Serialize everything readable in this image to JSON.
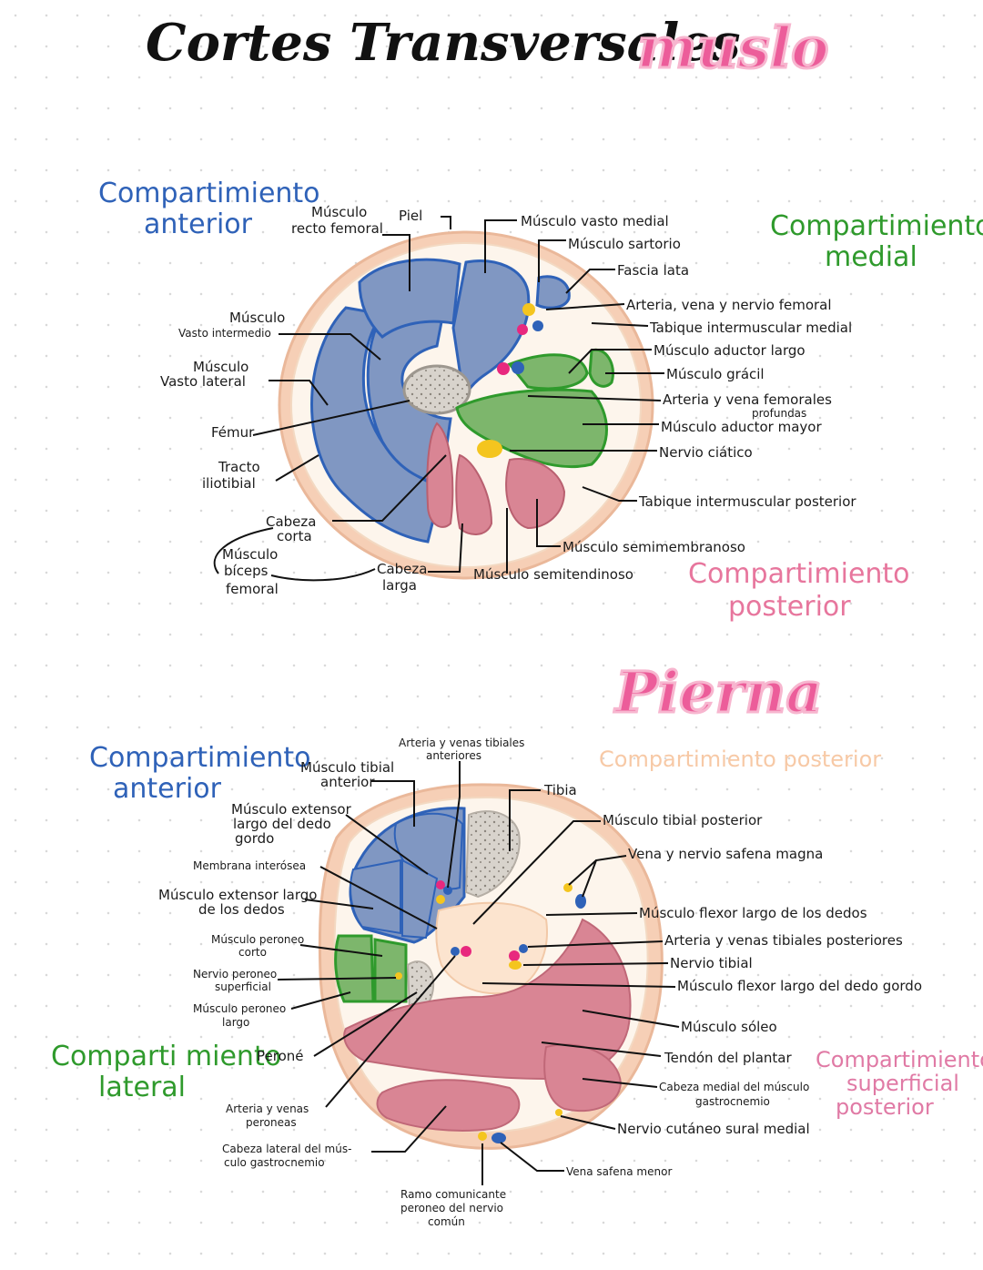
{
  "titles": {
    "main": "Cortes Transversales",
    "thigh": "muslo",
    "leg": "Pierna"
  },
  "colors": {
    "anterior": "#2f62b8",
    "medial": "#2f9a2c",
    "posterior": "#e7769d",
    "superficial_posterior": "#e07aa5",
    "deep_posterior": "#f7c9a6",
    "muscle_blue": "#8097c2",
    "muscle_green": "#7db66c",
    "muscle_pink": "#d98594",
    "skin": "#f6cfb6"
  },
  "thigh": {
    "compartments": {
      "anterior_1": "Compartimiento",
      "anterior_2": "anterior",
      "medial_1": "Compartimiento",
      "medial_2": "medial",
      "posterior_1": "Compartimiento",
      "posterior_2": "posterior"
    },
    "labels": {
      "recto_1": "Músculo",
      "recto_2": "recto femoral",
      "piel": "Piel",
      "vasto_medial": "Músculo vasto medial",
      "sartorio": "Músculo sartorio",
      "fascia": "Fascia lata",
      "arteria_femoral": "Arteria, vena y nervio femoral",
      "tabique_medial": "Tabique intermuscular medial",
      "aductor_largo": "Músculo aductor largo",
      "gracil": "Músculo grácil",
      "profundas_1": "Arteria y vena femorales",
      "profundas_2": "profundas",
      "aductor_mayor": "Músculo aductor mayor",
      "ciatico": "Nervio ciático",
      "tabique_posterior": "Tabique intermuscular posterior",
      "semimembranoso": "Músculo semimembranoso",
      "semitendinoso": "Músculo semitendinoso",
      "cabeza_larga_1": "Cabeza",
      "cabeza_larga_2": "larga",
      "cabeza_corta_1": "Cabeza",
      "cabeza_corta_2": "corta",
      "biceps_1": "Músculo",
      "biceps_2": "bíceps",
      "biceps_3": "femoral",
      "tracto_1": "Tracto",
      "tracto_2": "iliotibial",
      "femur": "Fémur",
      "vasto_lateral_1": "Músculo",
      "vasto_lateral_2": "Vasto lateral",
      "vasto_intermedio_1": "Músculo",
      "vasto_intermedio_2": "Vasto intermedio"
    }
  },
  "leg": {
    "compartments": {
      "anterior_1": "Compartimiento",
      "anterior_2": "anterior",
      "posterior": "Compartimiento posterior",
      "lateral_1": "Comparti miento",
      "lateral_2": "lateral",
      "sup_post_1": "Compartimiento",
      "sup_post_2": "superficial",
      "sup_post_3": "posterior"
    },
    "labels": {
      "arterias_ant_1": "Arteria y venas tibiales",
      "arterias_ant_2": "anteriores",
      "tibial_ant_1": "Músculo tibial",
      "tibial_ant_2": "anterior",
      "tibia": "Tibia",
      "tibial_post": "Músculo tibial posterior",
      "safena_magna": "Vena y nervio safena magna",
      "flexor_dedos": "Músculo flexor largo de los dedos",
      "tibiales_post": "Arteria y venas tibiales posteriores",
      "nervio_tibial": "Nervio tibial",
      "flexor_gordo": "Músculo flexor largo del dedo gordo",
      "soleo": "Músculo sóleo",
      "plantar": "Tendón del plantar",
      "gastro_medial_1": "Cabeza medial del músculo",
      "gastro_medial_2": "gastrocnemio",
      "sural": "Nervio cutáneo sural medial",
      "safena_menor": "Vena safena menor",
      "ramo_1": "Ramo comunicante",
      "ramo_2": "peroneo del nervio",
      "ramo_3": "común",
      "gastro_lateral_1": "Cabeza lateral del mús-",
      "gastro_lateral_2": "culo gastrocnemio",
      "peroneas_1": "Arteria y venas",
      "peroneas_2": "peroneas",
      "perone": "Peroné",
      "peroneo_largo_1": "Músculo peroneo",
      "peroneo_largo_2": "largo",
      "nervio_sup_1": "Nervio peroneo",
      "nervio_sup_2": "superficial",
      "peroneo_corto_1": "Músculo peroneo",
      "peroneo_corto_2": "corto",
      "ext_dedos_1": "Músculo extensor largo",
      "ext_dedos_2": "de los dedos",
      "membrana": "Membrana interósea",
      "ext_gordo_1": "Músculo extensor",
      "ext_gordo_2": "largo del dedo",
      "ext_gordo_3": "gordo"
    }
  }
}
